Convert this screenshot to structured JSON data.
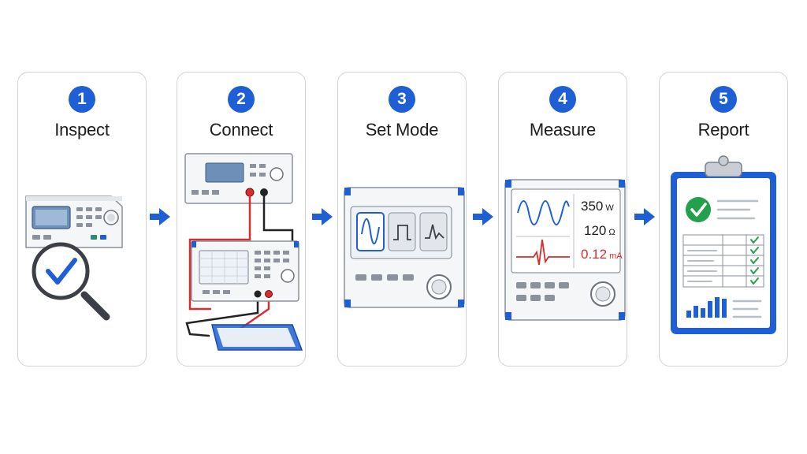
{
  "colors": {
    "accent": "#1f5fd6",
    "ok": "#22a04b",
    "red": "#d62d2d",
    "panel": "#eef2f7"
  },
  "steps": [
    {
      "number": "1",
      "label": "Inspect"
    },
    {
      "number": "2",
      "label": "Connect"
    },
    {
      "number": "3",
      "label": "Set Mode"
    },
    {
      "number": "4",
      "label": "Measure"
    },
    {
      "number": "5",
      "label": "Report"
    }
  ],
  "measure": {
    "power": "350",
    "power_unit": "W",
    "resistance": "120",
    "resistance_unit": "Ω",
    "current": "0.12",
    "current_unit": "mA"
  }
}
